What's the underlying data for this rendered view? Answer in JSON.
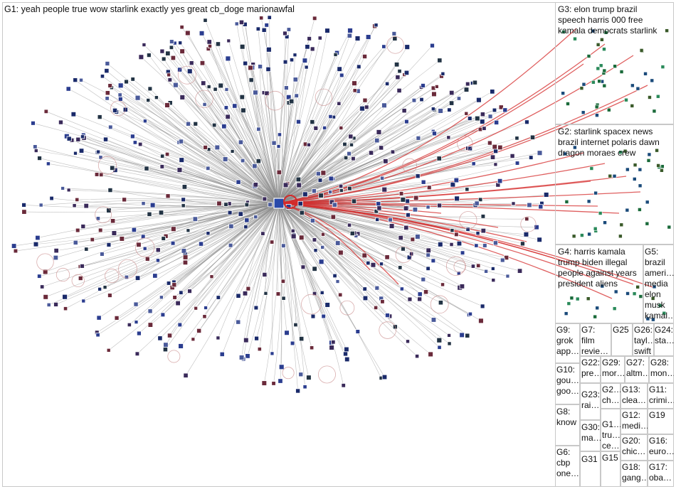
{
  "groups": [
    {
      "id": "G1",
      "label": "G1: yeah people true wow starlink exactly yes great cb_doge marionawfal"
    },
    {
      "id": "G3",
      "label": "G3: elon trump brazil\nspeech harris 000 free\nkamala democrats starlink"
    },
    {
      "id": "G2",
      "label": "G2: starlink spacex news\nbrazil internet polaris dawn\ndragon moraes crew"
    },
    {
      "id": "G4",
      "label": "G4: harris kamala\ntrump biden illegal\npeople against years\npresident aliens"
    },
    {
      "id": "G5",
      "label": "G5:\nbrazil\nameri…\nmedia\nelon\nmusk\nkamal…"
    },
    {
      "id": "G9",
      "label": "G9:\ngrok\napp…"
    },
    {
      "id": "G7",
      "label": "G7:\nfilm\nrevie…"
    },
    {
      "id": "G25",
      "label": "G25"
    },
    {
      "id": "G26",
      "label": "G26:\ntayl…\nswift"
    },
    {
      "id": "G24",
      "label": "G24:\nsta…"
    },
    {
      "id": "G22",
      "label": "G22:\npre…"
    },
    {
      "id": "G29",
      "label": "G29:\nmor…"
    },
    {
      "id": "G27",
      "label": "G27:\naltm…"
    },
    {
      "id": "G28",
      "label": "G28:\nmon…"
    },
    {
      "id": "G10",
      "label": "G10:\ngou…\ngoo…"
    },
    {
      "id": "G23",
      "label": "G23:\nrai…"
    },
    {
      "id": "G2x",
      "label": "G2…\nch…"
    },
    {
      "id": "G13",
      "label": "G13:\nclea…"
    },
    {
      "id": "G11",
      "label": "G11:\ncrimi…"
    },
    {
      "id": "G8",
      "label": "G8:\nknow"
    },
    {
      "id": "G30",
      "label": "G30:\nma…"
    },
    {
      "id": "G1x",
      "label": "G1…\ntru…\nce…"
    },
    {
      "id": "G12",
      "label": "G12:\nmedi…"
    },
    {
      "id": "G19",
      "label": "G19"
    },
    {
      "id": "G20",
      "label": "G20:\nchic…"
    },
    {
      "id": "G16",
      "label": "G16:\neuro…"
    },
    {
      "id": "G6",
      "label": "G6:\ncbp\none…"
    },
    {
      "id": "G31",
      "label": "G31"
    },
    {
      "id": "G15",
      "label": "G15"
    },
    {
      "id": "G18",
      "label": "G18:\ngang…"
    },
    {
      "id": "G17",
      "label": "G17:\noba…"
    }
  ],
  "colors": {
    "edge_gray": "#8c8c8c",
    "edge_red": "#d42a2a",
    "node_fill": "#1a2a6a",
    "node_border": "#ffffff",
    "cluster_border": "#c8c8c8",
    "loop_ring": "#c98a8a"
  },
  "hub_icon": "profile-avatar-icon"
}
